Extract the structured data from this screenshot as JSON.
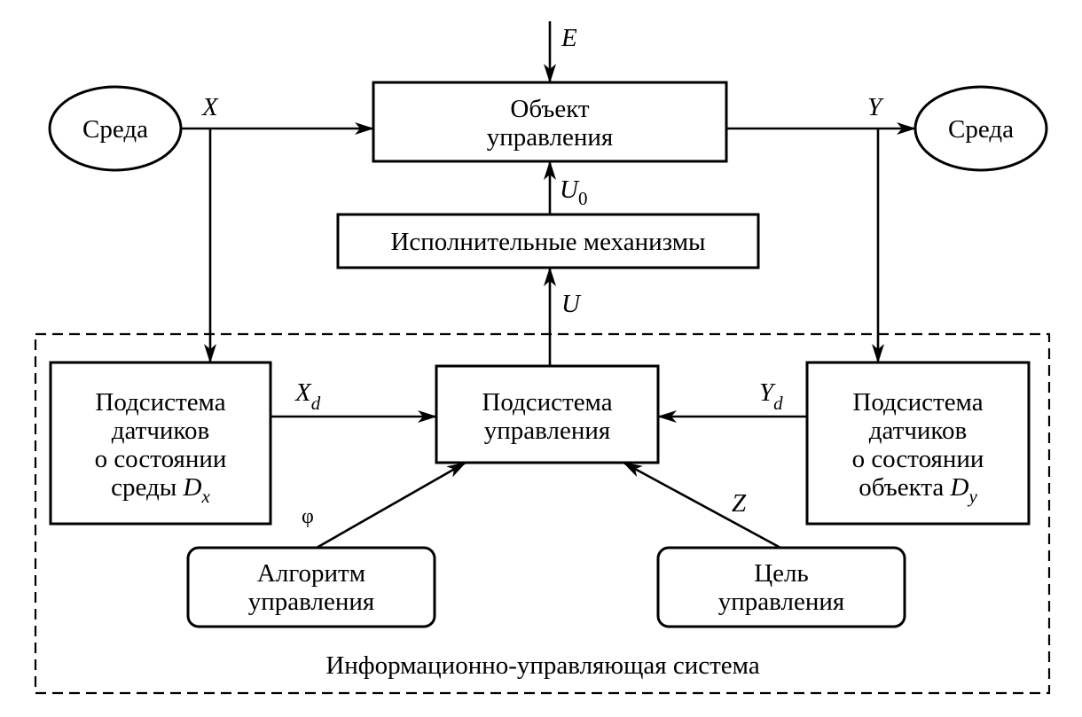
{
  "nodes": {
    "env_left": {
      "label": "Среда"
    },
    "env_right": {
      "label": "Среда"
    },
    "object": {
      "line1": "Объект",
      "line2": "управления"
    },
    "actuators": {
      "label": "Исполнительные механизмы"
    },
    "control": {
      "line1": "Подсистема",
      "line2": "управления"
    },
    "sensors_env": {
      "line1": "Подсистема",
      "line2": "датчиков",
      "line3": "о состоянии",
      "line4_text": "среды",
      "line4_var": "D",
      "line4_sub": "x"
    },
    "sensors_obj": {
      "line1": "Подсистема",
      "line2": "датчиков",
      "line3": "о состоянии",
      "line4_text": "объекта",
      "line4_var": "D",
      "line4_sub": "y"
    },
    "algorithm": {
      "line1": "Алгоритм",
      "line2": "управления"
    },
    "goal": {
      "line1": "Цель",
      "line2": "управления"
    }
  },
  "signals": {
    "E": "E",
    "X": "X",
    "Y": "Y",
    "U0_var": "U",
    "U0_sub": "0",
    "U": "U",
    "Xd_var": "X",
    "Xd_sub": "d",
    "Yd_var": "Y",
    "Yd_sub": "d",
    "phi": "φ",
    "Z": "Z"
  },
  "system_label": "Информационно-управляющая система"
}
